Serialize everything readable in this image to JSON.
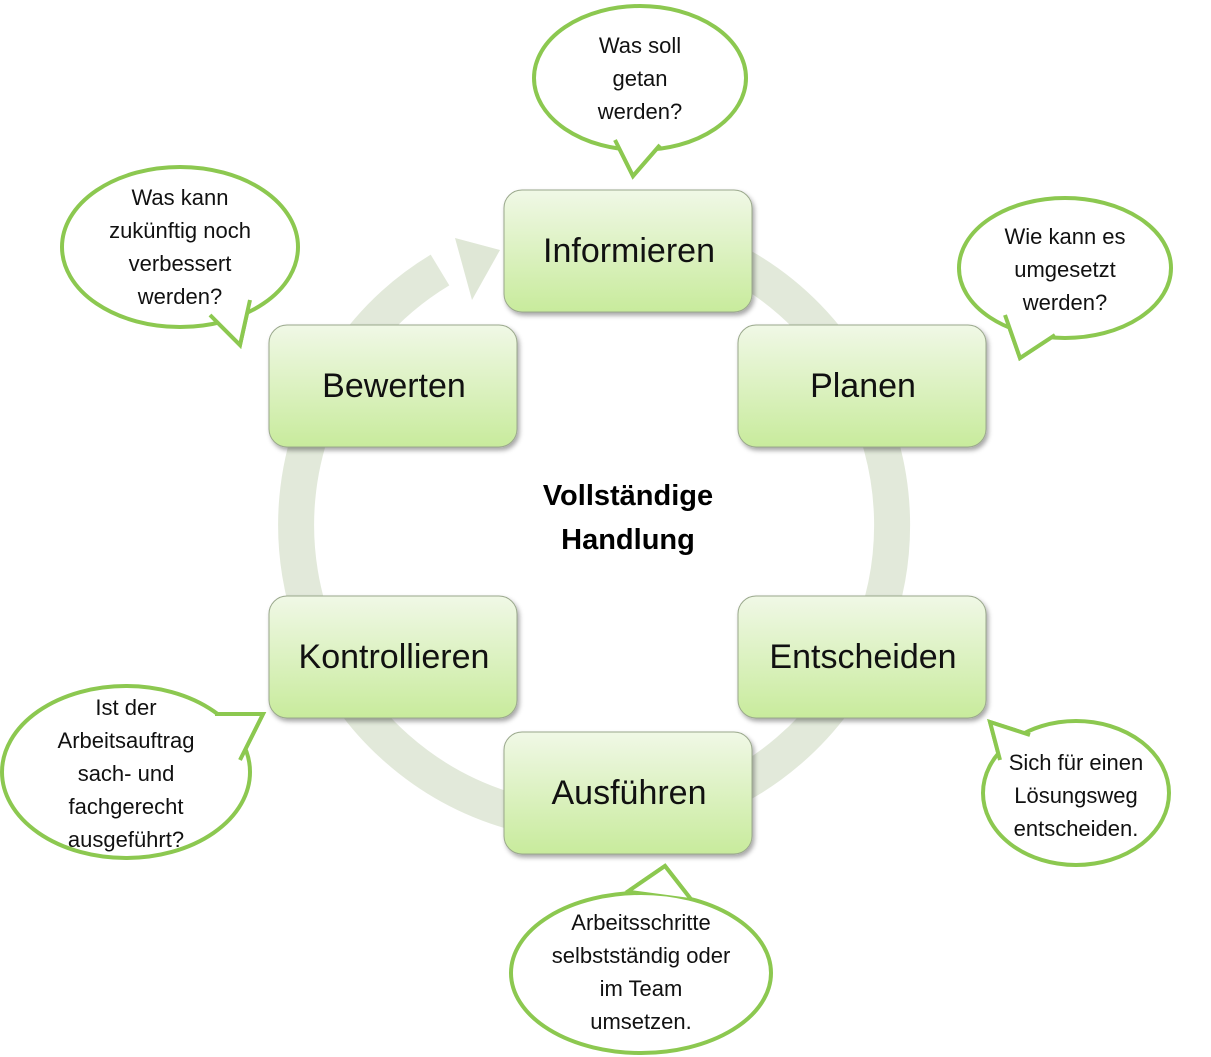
{
  "title": "Vollständige Handlung",
  "steps": [
    {
      "label": "Informieren",
      "question": "Was soll getan werden?"
    },
    {
      "label": "Planen",
      "question": "Wie kann es umgesetzt werden?"
    },
    {
      "label": "Entscheiden",
      "question": "Sich für einen Lösungsweg entscheiden."
    },
    {
      "label": "Ausführen",
      "question": "Arbeitsschritte selbstständig oder im Team umsetzen."
    },
    {
      "label": "Kontrollieren",
      "question": "Ist der Arbeitsauftrag sach- und fachgerecht ausgeführt?"
    },
    {
      "label": "Bewerten",
      "question": "Was kann zukünftig noch verbessert werden?"
    }
  ],
  "colors": {
    "bubble_stroke": "#8cc850",
    "box_top": "#eef7e3",
    "box_bottom": "#c9eca0",
    "ring": "#dfe7d6"
  }
}
